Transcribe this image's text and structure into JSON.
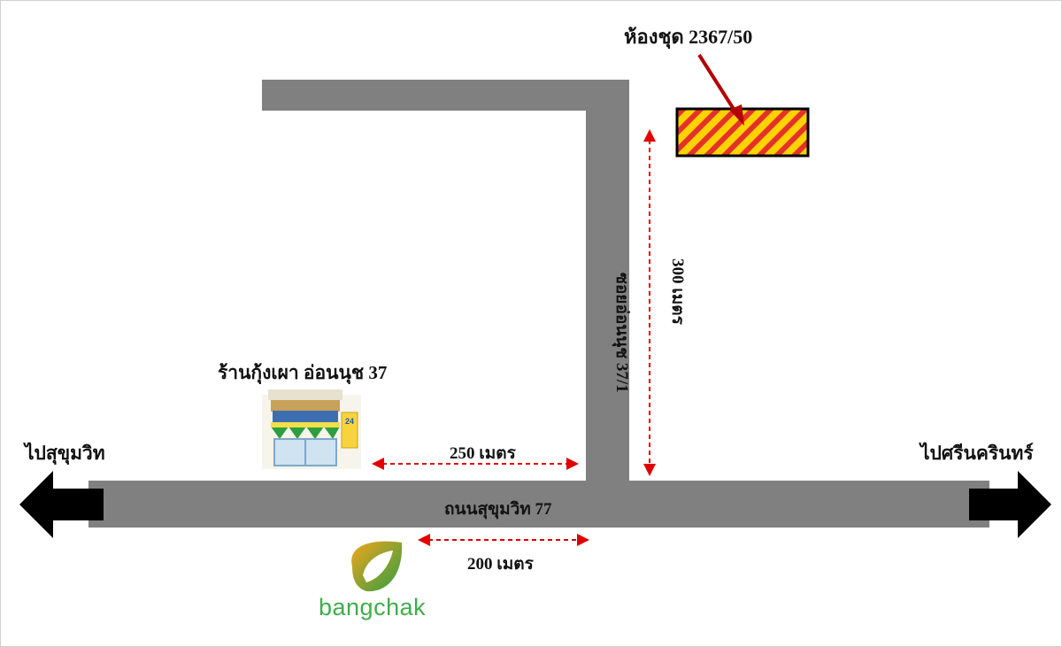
{
  "labels": {
    "condo_unit": "ห้องชุด 2367/50",
    "shop_name": "ร้านกุ้งเผา อ่อนนุช 37",
    "to_west": "ไปสุขุมวิท",
    "to_east": "ไปศรีนครินทร์",
    "main_road": "ถนนสุขุมวิท 77",
    "side_soi": "ซอยอ่อนนุช 37/1",
    "dist_shop": "250 เมตร",
    "dist_station": "200 เมตร",
    "dist_soi": "300 เมตร"
  },
  "shop": {
    "badge": "24"
  },
  "bangchak": {
    "wordmark": "bangchak"
  },
  "colors": {
    "road": "#808080",
    "distance_arrow": "#e10000",
    "pointer_arrow": "#b30000",
    "hatch_red": "#e4322b",
    "hatch_yellow": "#ffd200",
    "bangchak_green": "#3fae49"
  },
  "icons": [
    "arrow-left-icon",
    "arrow-right-icon",
    "store-icon",
    "bangchak-leaf-icon",
    "condo-building-icon"
  ]
}
